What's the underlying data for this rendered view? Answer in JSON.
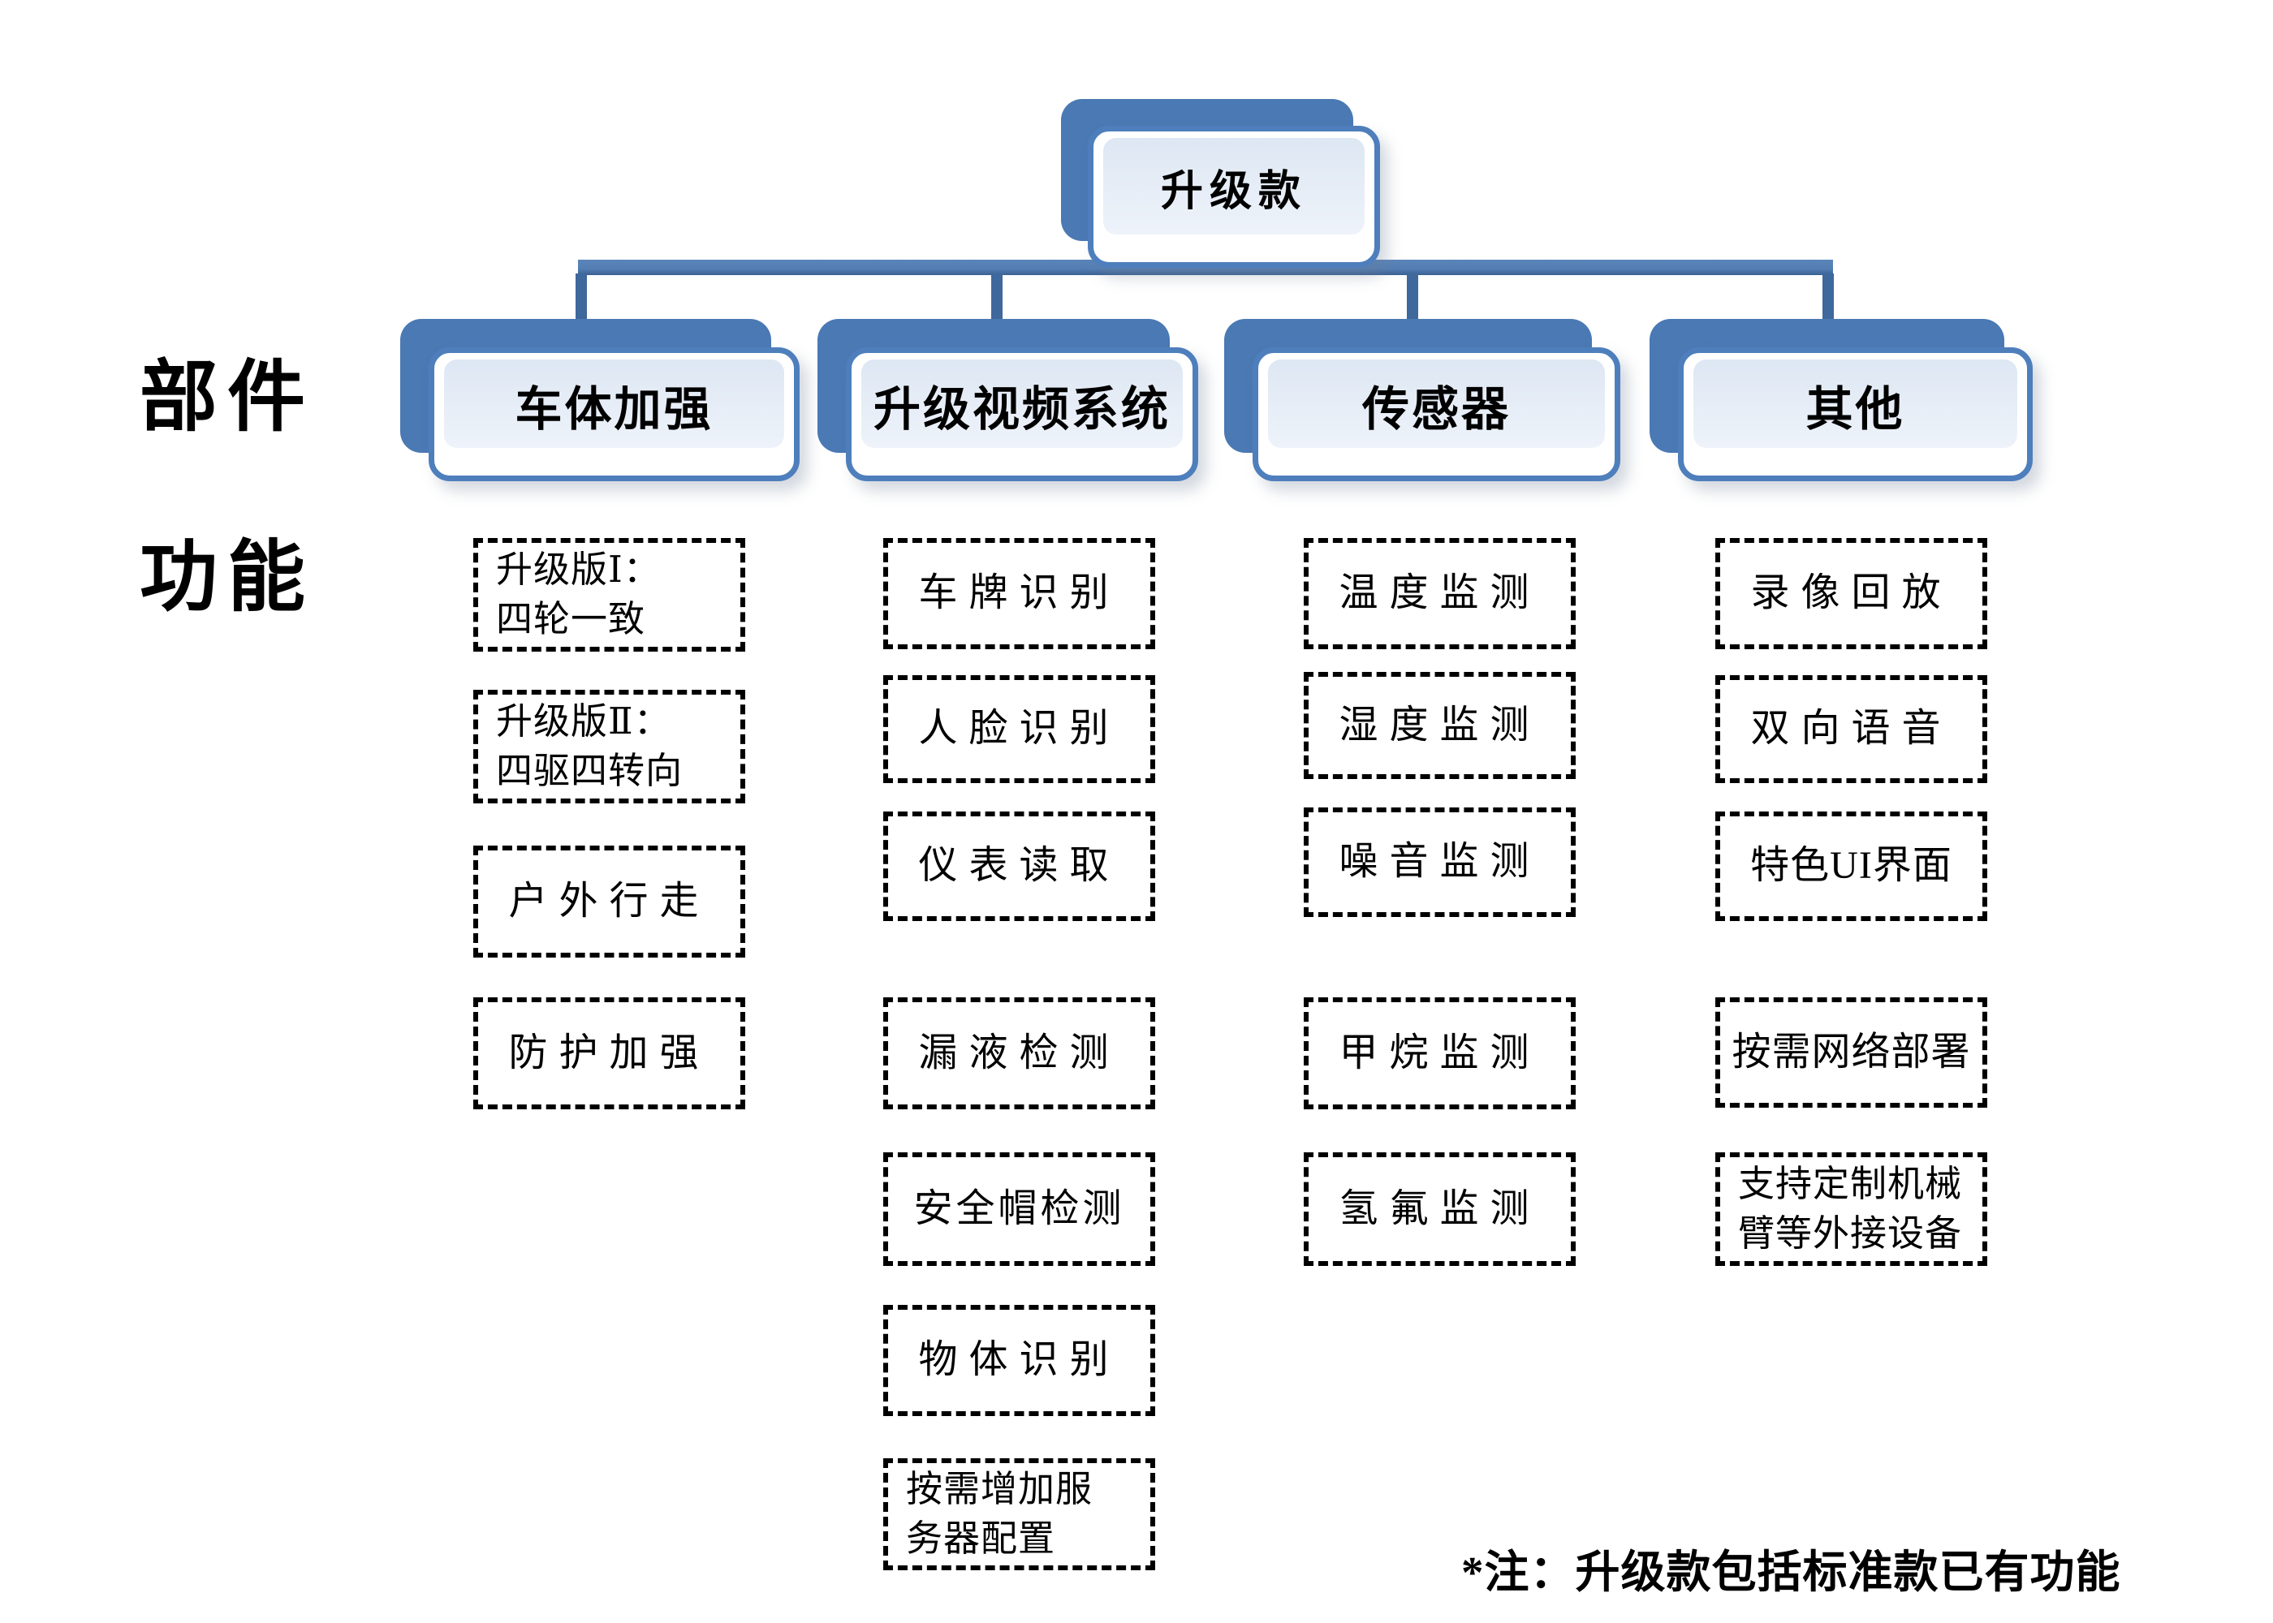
{
  "side_labels": {
    "components": "部件",
    "functions": "功能"
  },
  "root": {
    "label": "升级款"
  },
  "branches": [
    {
      "label": "车体加强",
      "items": [
        {
          "text": "升级版Ⅰ：\n四轮一致"
        },
        {
          "text": "升级版Ⅱ：\n四驱四转向"
        },
        {
          "text": "户外行走"
        },
        {
          "text": "防护加强"
        }
      ]
    },
    {
      "label": "升级视频系统",
      "items": [
        {
          "text": "车牌识别"
        },
        {
          "text": "人脸识别"
        },
        {
          "text": "仪表读取"
        },
        {
          "text": "漏液检测"
        },
        {
          "text": "安全帽检测"
        },
        {
          "text": "物体识别"
        },
        {
          "text": "按需增加服\n务器配置"
        }
      ]
    },
    {
      "label": "传感器",
      "items": [
        {
          "text": "温度监测"
        },
        {
          "text": "湿度监测"
        },
        {
          "text": "噪音监测"
        },
        {
          "text": "甲烷监测"
        },
        {
          "text": "氢氟监测"
        }
      ]
    },
    {
      "label": "其他",
      "items": [
        {
          "text": "录像回放"
        },
        {
          "text": "双向语音"
        },
        {
          "text": "特色UI界面"
        },
        {
          "text": "按需网络部署"
        },
        {
          "text": "支持定制机械\n臂等外接设备"
        }
      ]
    }
  ],
  "footnote": "*注：升级款包括标准款已有功能",
  "colors": {
    "node_border_blue": "#4e7fbc",
    "node_shadow_blue": "#4a79b4",
    "node_inner_panel": "#e7edf7",
    "connector_blue": "#3f689c",
    "dash_black": "#000000",
    "background": "#ffffff"
  }
}
